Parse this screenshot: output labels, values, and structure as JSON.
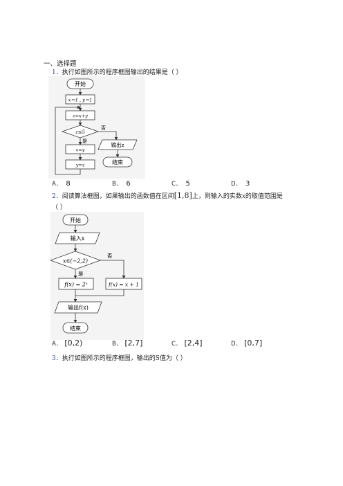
{
  "section": {
    "title": "一、选择题"
  },
  "q1": {
    "num": "1．",
    "text": "执行如图所示的程序框图输出的结果是（    ）",
    "flow": {
      "start": "开始",
      "init": "x＝1 , y＝1",
      "assign_z": "z=x+y",
      "cond": "z≤5",
      "no": "否",
      "yes": "是",
      "output": "输出z",
      "assign_x": "x=y",
      "assign_y": "y=z",
      "end": "结束"
    },
    "options": [
      {
        "label": "A．",
        "value": "8"
      },
      {
        "label": "B．",
        "value": "6"
      },
      {
        "label": "C．",
        "value": "5"
      },
      {
        "label": "D．",
        "value": "3"
      }
    ]
  },
  "q2": {
    "num": "2．",
    "text_before": "阅读算法框图，如果输出的函数值在区间",
    "interval": "[1,8]",
    "text_after": "上，则输入的实数",
    "var": "x",
    "text_end": "的取值范围是",
    "paren": "（    ）",
    "flow": {
      "start": "开始",
      "input": "输入x",
      "cond": "x∈(−2,2)",
      "no": "否",
      "yes": "是",
      "left_box": "f(x) = 2ˣ",
      "right_box": "f(x) = x + 1",
      "output": "输出f(x)",
      "end": "结束"
    },
    "options": [
      {
        "label": "A．",
        "value": "[0,2)"
      },
      {
        "label": "B．",
        "value": "[2,7]"
      },
      {
        "label": "C．",
        "value": "[2,4]"
      },
      {
        "label": "D．",
        "value": "[0,7]"
      }
    ]
  },
  "q3": {
    "num": "3．",
    "text": "执行如图所示的程序框图，输出的S值为（    ）"
  }
}
